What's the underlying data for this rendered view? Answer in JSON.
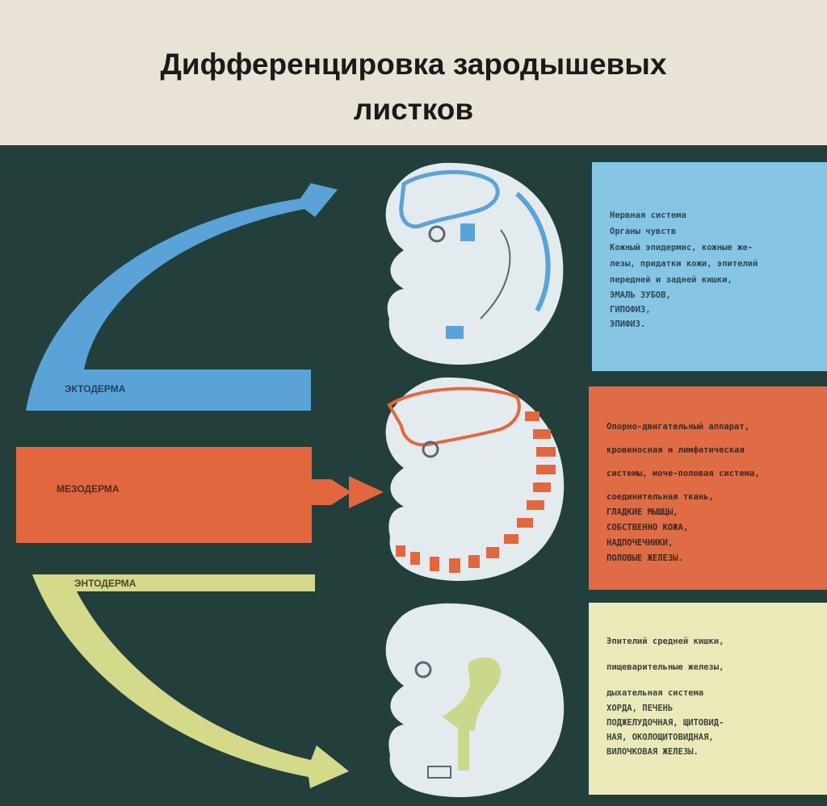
{
  "title": {
    "line1": "Дифференцировка зародышевых",
    "line2": "листков"
  },
  "colors": {
    "board": "#233f3b",
    "ectoderm": "#5aa3d8",
    "mesoderm": "#e3673e",
    "endoderm": "#d5d98a",
    "embryo": "#e3ebef"
  },
  "layers": {
    "ectoderm": "ЭКТОДЕРМА",
    "mesoderm": "МЕЗОДЕРМА",
    "endoderm": "ЭНТОДЕРМА"
  },
  "panels": {
    "ectoderm": [
      "Нервная система",
      "Органы чувств",
      "Кожный эпидермис, кожные же-",
      "лезы, придатки кожи, эпителий",
      "передней и задней кишки,",
      "ЭМАЛЬ ЗУБОВ,",
      "ГИПОФИЗ,",
      "ЭПИФИЗ."
    ],
    "mesoderm": [
      "Опорно-двигательный аппарат,",
      "кровеносная и лимфатическая",
      "системы, моче-половая система,",
      "соединительная ткань,",
      "ГЛАДКИЕ МЫШЦЫ,",
      "СОБСТВЕННО КОЖА,",
      "НАДПОЧЕЧНИКИ,",
      "ПОЛОВЫЕ ЖЕЛЕЗЫ."
    ],
    "endoderm": [
      "Эпителий средней кишки,",
      "пищеварительные железы,",
      "дыхательная система",
      "ХОРДА, ПЕЧЕНЬ",
      "ПОДЖЕЛУДОЧНАЯ, ЩИТОВИД-",
      "НАЯ, ОКОЛОЩИТОВИДНАЯ,",
      "ВИЛОЧКОВАЯ ЖЕЛЕЗЫ."
    ]
  }
}
